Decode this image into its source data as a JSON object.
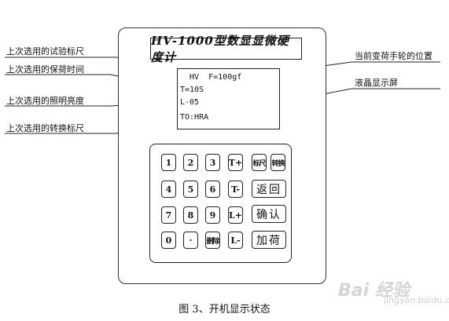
{
  "device": {
    "title": "HV-1000型数显显微硬度计"
  },
  "lcd": {
    "line1": "  HV  F=100gf",
    "line2": "T=10S",
    "line3": "L-05",
    "line4": "TO:HRA"
  },
  "annotations": {
    "left": [
      "上次选用的试验标尺",
      "上次选用的保荷时间",
      "上次选用的照明亮度",
      "上次选用的转换标尺"
    ],
    "right": [
      "当前变荷手轮的位置",
      "液晶显示屏"
    ]
  },
  "keypad": {
    "keys": [
      "1",
      "2",
      "3",
      "T+",
      "标尺",
      "转换",
      "4",
      "5",
      "6",
      "T-",
      "返回",
      "7",
      "8",
      "9",
      "L+",
      "确认",
      "0",
      "·",
      "删除",
      "L-",
      "加荷"
    ]
  },
  "caption": "图 3、开机显示状态",
  "watermark": "Bai 经验",
  "watermark_sub": "jingyan.baidu.com"
}
